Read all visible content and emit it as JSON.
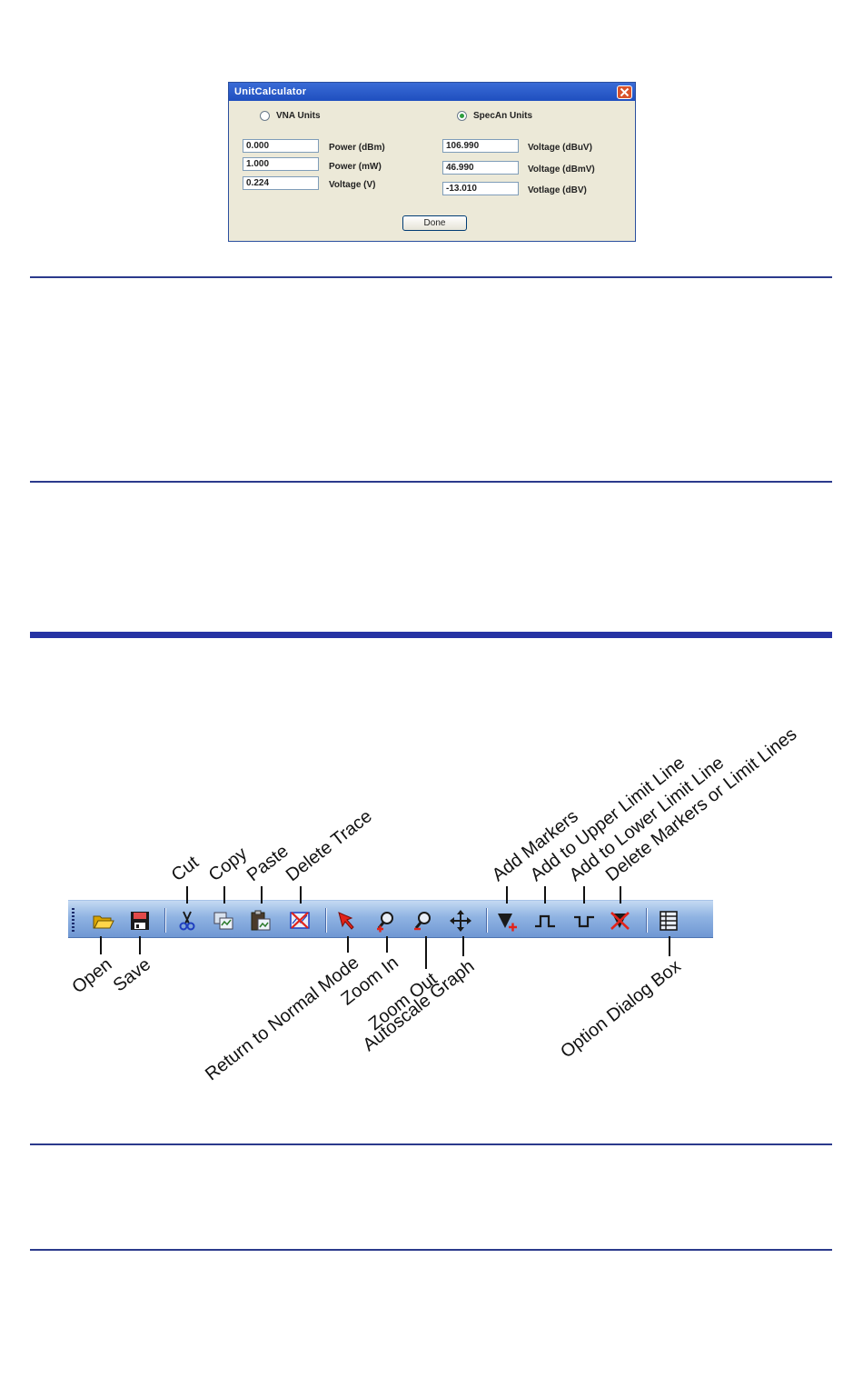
{
  "dialog": {
    "title": "UnitCalculator",
    "radio_vna": "VNA Units",
    "radio_specan": "SpecAn Units",
    "selected_mode": "SpecAn Units",
    "left_fields": [
      {
        "value": "0.000",
        "label": "Power (dBm)"
      },
      {
        "value": "1.000",
        "label": "Power (mW)"
      },
      {
        "value": "0.224",
        "label": "Voltage (V)"
      }
    ],
    "right_fields": [
      {
        "value": "106.990",
        "label": "Voltage (dBuV)"
      },
      {
        "value": "46.990",
        "label": "Voltage (dBmV)"
      },
      {
        "value": "-13.010",
        "label": "Votlage (dBV)"
      }
    ],
    "done_label": "Done"
  },
  "toolbar": {
    "labels_above": {
      "cut": "Cut",
      "copy": "Copy",
      "paste": "Paste",
      "delete_trace": "Delete Trace",
      "add_markers": "Add Markers",
      "add_upper_limit": "Add to Upper Limit Line",
      "add_lower_limit": "Add to Lower Limit Line",
      "delete_markers": "Delete Markers or Limit Lines"
    },
    "labels_below": {
      "open": "Open",
      "save": "Save",
      "normal_mode": "Return to Normal Mode",
      "zoom_in": "Zoom In",
      "zoom_out": "Zoom Out",
      "autoscale": "Autoscale Graph",
      "option_dialog": "Option Dialog Box"
    },
    "icons": [
      "folder-open-icon",
      "floppy-disk-icon",
      "scissors-icon",
      "copy-icon",
      "paste-icon",
      "delete-trace-icon",
      "arrow-pointer-icon",
      "zoom-in-icon",
      "zoom-out-icon",
      "move-arrows-icon",
      "add-marker-icon",
      "upper-limit-icon",
      "lower-limit-icon",
      "delete-marker-icon",
      "option-dialog-icon"
    ]
  }
}
